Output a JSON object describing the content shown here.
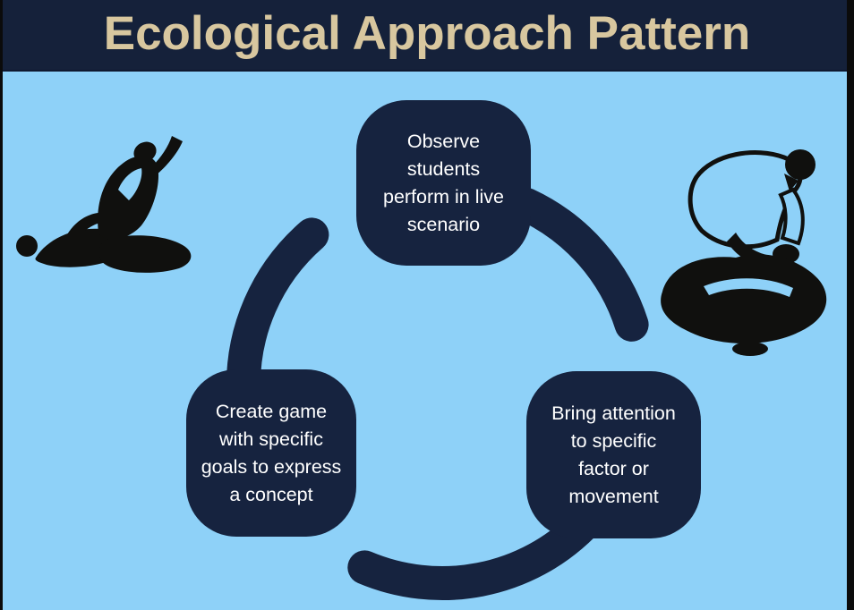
{
  "title": "Ecological Approach Pattern",
  "colors": {
    "background": "#8ed1f8",
    "title_bar": "#15213a",
    "title_text": "#d8c79f",
    "node_fill": "#16233f",
    "node_text": "#ffffff",
    "arc": "#16233f",
    "ink": "#10100e",
    "edge_border": "#0b0b0b"
  },
  "diagram": {
    "type": "cycle",
    "direction": "clockwise",
    "steps": [
      {
        "id": "observe",
        "position": "top",
        "label": "Observe\nstudents\nperform in live\nscenario"
      },
      {
        "id": "bring-attention",
        "position": "bottom-right",
        "label": "Bring attention\nto specific\nfactor or\nmovement"
      },
      {
        "id": "create-game",
        "position": "bottom-left",
        "label": "Create game\nwith specific\ngoals to express\na concept"
      }
    ]
  },
  "illustrations": [
    {
      "id": "left",
      "name": "bjj-ground-grappling-ink-drawing",
      "position": "left-middle"
    },
    {
      "id": "right",
      "name": "bjj-leglock-grappling-ink-drawing",
      "position": "right-middle"
    }
  ]
}
